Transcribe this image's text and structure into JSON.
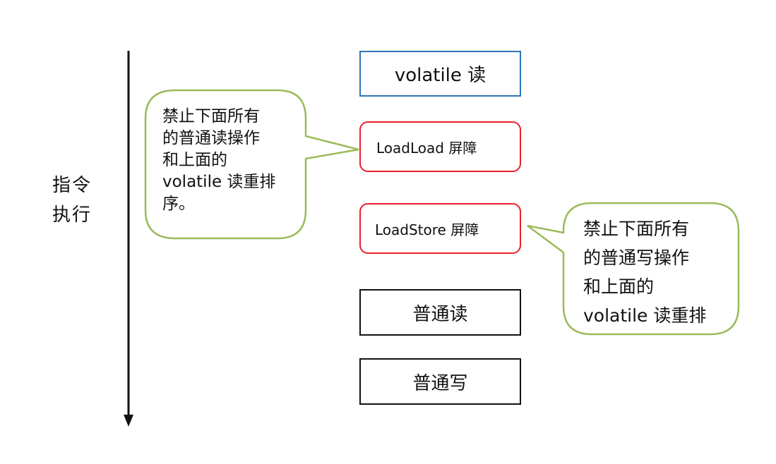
{
  "axis_label": {
    "line1": "指令",
    "line2": "执行"
  },
  "boxes": {
    "volatile_read": "volatile 读",
    "loadload_barrier": "LoadLoad 屏障",
    "loadstore_barrier": "LoadStore 屏障",
    "normal_read": "普通读",
    "normal_write": "普通写"
  },
  "callouts": {
    "left": {
      "lines": [
        "禁止下面所有",
        "的普通读操作",
        "和上面的",
        "volatile 读重排",
        "序。"
      ]
    },
    "right": {
      "lines": [
        "禁止下面所有",
        "的普通写操作",
        "和上面的",
        "volatile 读重排"
      ]
    }
  },
  "colors": {
    "volatile_border": "#2e75b6",
    "barrier_border": "#e8202a",
    "normal_border": "#111111",
    "callout_border": "#9bbb59"
  }
}
